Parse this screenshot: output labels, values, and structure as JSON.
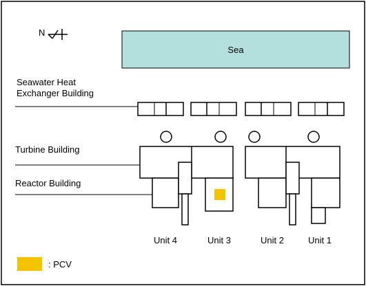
{
  "compass": {
    "label": "N",
    "icon": "north-arrow-icon"
  },
  "sea": {
    "label": "Sea",
    "color": "#b3dfdc"
  },
  "labels": {
    "seawater_line1": "Seawater Heat",
    "seawater_line2": "Exchanger Building",
    "turbine": "Turbine Building",
    "reactor": "Reactor Building"
  },
  "units": [
    "Unit 4",
    "Unit 3",
    "Unit 2",
    "Unit 1"
  ],
  "legend": {
    "label": ": PCV",
    "color": "#f5c400"
  },
  "colors": {
    "line": "#000000",
    "background": "#ffffff"
  }
}
